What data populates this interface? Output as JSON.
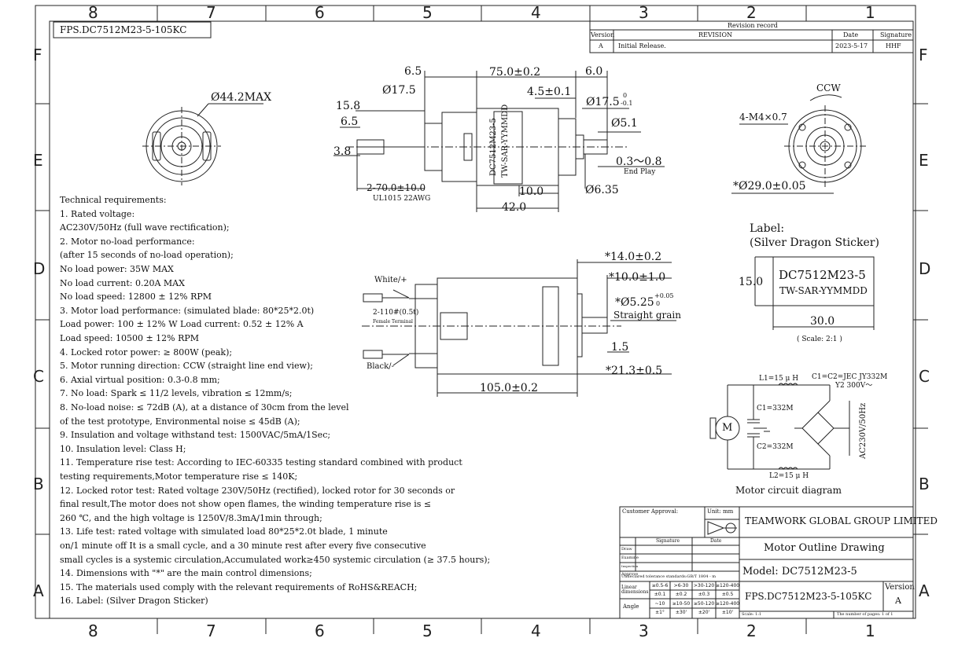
{
  "drawing_no_top": "FPS.DC7512M23-5-105KC",
  "zones_top": [
    "8",
    "7",
    "6",
    "5",
    "4",
    "3",
    "2",
    "1"
  ],
  "zones_side": [
    "F",
    "E",
    "D",
    "C",
    "B",
    "A"
  ],
  "revision": {
    "title": "Revision record",
    "headers": [
      "Version",
      "REVISION",
      "Date",
      "Signature"
    ],
    "row": [
      "A",
      "Initial Release.",
      "2023-5-17",
      "HHF"
    ]
  },
  "front_view": {
    "diameter": "Ø44.2MAX"
  },
  "side_view": {
    "d1": "6.5",
    "d2": "Ø17.5",
    "d3": "75.0±0.2",
    "d4": "6.0",
    "d5": "4.5±0.1",
    "d6": "Ø17.5",
    "d6_tol": "0",
    "d6_tol2": "-0.1",
    "d7": "Ø5.1",
    "d8": "15.8",
    "d9": "6.5",
    "d10": "3.8",
    "d11": "0.3～0.8",
    "d11_label": "End Play",
    "d12": "2-70.0±10.0",
    "d12_label": "UL1015 22AWG",
    "d13": "10.0",
    "d14": "Ø6.35",
    "d15": "42.0",
    "motor_text1": "DC7512M23-5",
    "motor_text2": "TW-SAR-YYMMDD"
  },
  "end_view": {
    "rotation": "CCW",
    "holes": "4-M4×0.7",
    "pcd": "*Ø29.0±0.05"
  },
  "label": {
    "title1": "Label:",
    "title2": "(Silver Dragon Sticker)",
    "line1": "DC7512M23-5",
    "line2": "TW-SAR-YYMMDD",
    "height": "15.0",
    "width": "30.0",
    "scale": "( Scale: 2:1 )"
  },
  "bottom_view": {
    "white": "White/+",
    "black": "Black/-",
    "terminal": "2-110#(0.5t)",
    "terminal_label": "Female Terminal",
    "d1": "*14.0±0.2",
    "d2": "*10.0±1.0",
    "d3": "*Ø5.25",
    "d3_tol": "+0.05",
    "d3_tol2": "0",
    "d3_label": "Straight grain",
    "d4": "1.5",
    "d5": "*21.3±0.5",
    "d6": "105.0±0.2"
  },
  "circuit": {
    "l1": "L1=15 μ H",
    "l2": "L2=15 μ H",
    "c_spec": "C1=C2=JEC JY332M",
    "c_spec2": "Y2  300V～",
    "c1": "C1=332M",
    "c2": "C2=332M",
    "m": "M",
    "supply": "AC230V/50Hz",
    "title": "Motor circuit diagram"
  },
  "requirements": [
    "Technical requirements:",
    "1. Rated voltage:",
    "    AC230V/50Hz (full wave rectification);",
    "2. Motor no-load performance:",
    "   (after 15 seconds of no-load operation);",
    "    No load power: 35W MAX",
    "    No load current: 0.20A MAX",
    "    No load speed: 12800 ± 12% RPM",
    "3. Motor load performance: (simulated blade: 80*25*2.0t)",
    "    Load power: 100 ± 12% W      Load current: 0.52 ± 12% A",
    "    Load speed: 10500 ± 12% RPM",
    "4. Locked rotor power: ≥ 800W (peak);",
    "5. Motor running direction: CCW (straight line end view);",
    "6. Axial virtual position: 0.3-0.8 mm;",
    "7. No load: Spark ≤ 11/2 levels, vibration ≤ 12mm/s;",
    "8. No-load noise: ≤ 72dB (A), at a distance of 30cm from the level",
    "    of the test prototype, Environmental noise ≤ 45dB (A);",
    "9. Insulation and voltage withstand test: 1500VAC/5mA/1Sec;",
    "10. Insulation level: Class H;",
    "11. Temperature rise test: According to IEC-60335 testing standard combined with product",
    "     testing requirements,Motor temperature rise ≤ 140K;",
    "12. Locked rotor test: Rated voltage 230V/50Hz (rectified), locked rotor for 30 seconds or",
    "     final result,The motor does not show open flames, the winding temperature rise is ≤",
    "     260 ℃, and the high voltage is 1250V/8.3mA/1min through;",
    "13. Life test: rated voltage with simulated load 80*25*2.0t blade, 1 minute",
    "     on/1 minute off It is a small cycle, and a 30 minute rest after every five consecutive",
    "     small cycles is a systemic circulation,Accumulated work≥450 systemic circulation (≥ 37.5 hours);",
    "14. Dimensions with \"*\" are the main control dimensions;",
    "15. The materials used comply with the relevant requirements of RoHS&REACH;",
    "16. Label: (Silver Dragon Sticker)"
  ],
  "title_block": {
    "customer": "Customer Approval:",
    "unit": "Unit: mm",
    "company": "TEAMWORK GLOBAL GROUP LIMITED",
    "drawing_title": "Motor Outline Drawing",
    "model": "Model:  DC7512M23-5",
    "drawing_no": "FPS.DC7512M23-5-105KC",
    "version_label": "Version",
    "version": "A",
    "signature": "Signature",
    "date": "Date",
    "roles": [
      "Draw",
      "Examine",
      "Inspection",
      "Approve"
    ],
    "tolerance": "Undeclared tolerance standards:GB/T 1804 - m",
    "linear": "Linear dimensions",
    "angle": "Angle",
    "ranges": [
      "≥0.5-6",
      ">6-30",
      ">30-120",
      "≥120-400"
    ],
    "linear_vals": [
      "±0.1",
      "±0.2",
      "±0.3",
      "±0.5"
    ],
    "angle_ranges": [
      "~10",
      "≥10-50",
      "≥50-120",
      "≥120-400"
    ],
    "angle_vals": [
      "±1°",
      "±30'",
      "±20'",
      "±10'"
    ],
    "scale": "Scale: 1:1",
    "pages": "The number of pages: 1 of 1"
  }
}
